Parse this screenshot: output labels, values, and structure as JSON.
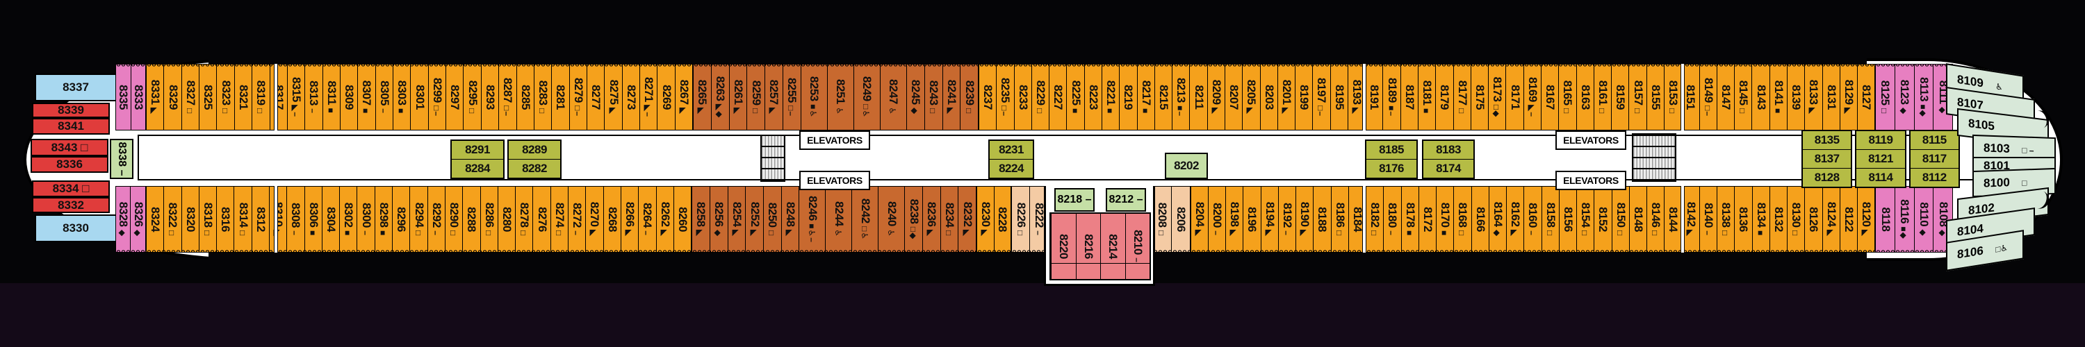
{
  "deck_name": "deck-8-plan",
  "colors": {
    "orange": "#F5A11C",
    "rust": "#C8692F",
    "pink": "#E77FC1",
    "rose": "#EC8086",
    "peach": "#F4CBA4",
    "red": "#E03C3B",
    "blue": "#A8D8F0",
    "olive": "#B5BC45",
    "lightgreen": "#C5DFA6",
    "mint": "#D8E8D9",
    "hull_white": "#FFFFFF",
    "background": "#050507"
  },
  "legend_symbols": {
    "black_square": "■",
    "open_square": "□",
    "triangle": "◣",
    "diamond": "◆",
    "tick": "–",
    "wheelchair_accessible": "♿"
  },
  "bow": {
    "rows": [
      {
        "color": "blue",
        "n": "8337"
      },
      {
        "color": "red",
        "n": "8339"
      },
      {
        "color": "red",
        "n": "8341"
      },
      {
        "color": "red",
        "n": "8343",
        "s": "□"
      },
      {
        "color": "red",
        "n": "8336"
      },
      {
        "color": "red",
        "n": "8334",
        "s": "□"
      },
      {
        "color": "red",
        "n": "8332"
      },
      {
        "color": "blue",
        "n": "8330"
      }
    ],
    "green_cabin": {
      "color": "lightgreen",
      "n": "8338",
      "s": "–"
    }
  },
  "top_row": {
    "sections": [
      {
        "color": "pink",
        "cabins": [
          {
            "n": "8335"
          },
          {
            "n": "8333"
          }
        ]
      },
      {
        "color": "orange",
        "cabins": [
          {
            "n": "8331",
            "s": "◣"
          },
          {
            "n": "8329"
          },
          {
            "n": "8327",
            "s": "□"
          },
          {
            "n": "8325"
          },
          {
            "n": "8323",
            "s": "□"
          },
          {
            "n": "8321"
          },
          {
            "n": "8319",
            "s": "□"
          },
          {
            "n": "8317"
          },
          {
            "n": "8315",
            "s": "◣–"
          },
          {
            "n": "8313",
            "s": "–"
          },
          {
            "n": "8311",
            "s": "■"
          },
          {
            "n": "8309"
          },
          {
            "n": "8307",
            "s": "■"
          },
          {
            "n": "8305",
            "s": "–"
          },
          {
            "n": "8303",
            "s": "■"
          },
          {
            "n": "8301"
          },
          {
            "n": "8299",
            "s": "□–"
          },
          {
            "n": "8297"
          },
          {
            "n": "8295",
            "s": "□"
          },
          {
            "n": "8293"
          },
          {
            "n": "8287",
            "s": "□–"
          },
          {
            "n": "8285"
          },
          {
            "n": "8283",
            "s": "□"
          },
          {
            "n": "8281"
          },
          {
            "n": "8279",
            "s": "□–"
          },
          {
            "n": "8277"
          },
          {
            "n": "8275",
            "s": "◣"
          },
          {
            "n": "8273"
          },
          {
            "n": "8271",
            "s": "◣–"
          },
          {
            "n": "8269"
          },
          {
            "n": "8267",
            "s": "◣"
          }
        ]
      },
      {
        "color": "rust",
        "cabins": [
          {
            "n": "8265",
            "s": "◣"
          },
          {
            "n": "8263",
            "s": "◣◆"
          },
          {
            "n": "8261",
            "s": "◣"
          },
          {
            "n": "8259",
            "s": "□"
          },
          {
            "n": "8257",
            "s": "◣"
          },
          {
            "n": "8255",
            "s": "□–"
          },
          {
            "n": "8253",
            "s": "■♿",
            "w": 1
          },
          {
            "n": "8251",
            "s": "♿",
            "w": 1
          },
          {
            "n": "8249",
            "s": "□♿",
            "w": 1
          },
          {
            "n": "8247",
            "s": "♿",
            "w": 1
          },
          {
            "n": "8245",
            "s": "◆"
          },
          {
            "n": "8243",
            "s": "□"
          },
          {
            "n": "8241",
            "s": "◣"
          },
          {
            "n": "8239",
            "s": "□"
          }
        ]
      },
      {
        "color": "orange",
        "cabins": [
          {
            "n": "8237"
          },
          {
            "n": "8235",
            "s": "□–"
          },
          {
            "n": "8233"
          },
          {
            "n": "8229",
            "s": "□"
          },
          {
            "n": "8227"
          },
          {
            "n": "8225",
            "s": "■"
          },
          {
            "n": "8223"
          },
          {
            "n": "8221",
            "s": "■"
          },
          {
            "n": "8219"
          },
          {
            "n": "8217",
            "s": "■"
          },
          {
            "n": "8215"
          },
          {
            "n": "8213",
            "s": "■–"
          },
          {
            "n": "8211"
          },
          {
            "n": "8209",
            "s": "◣"
          },
          {
            "n": "8207"
          },
          {
            "n": "8205",
            "s": "◣"
          },
          {
            "n": "8203"
          },
          {
            "n": "8201",
            "s": "◣"
          },
          {
            "n": "8199"
          },
          {
            "n": "8197",
            "s": "□–"
          },
          {
            "n": "8195"
          },
          {
            "n": "8193",
            "s": "◣"
          },
          {
            "n": "8191"
          },
          {
            "n": "8189",
            "s": "■–"
          },
          {
            "n": "8187"
          },
          {
            "n": "8181",
            "s": "■"
          },
          {
            "n": "8179"
          },
          {
            "n": "8177",
            "s": "□"
          },
          {
            "n": "8175"
          },
          {
            "n": "8173",
            "s": "□◆"
          },
          {
            "n": "8171"
          },
          {
            "n": "8169",
            "s": "◣–"
          },
          {
            "n": "8167"
          },
          {
            "n": "8165",
            "s": "□"
          },
          {
            "n": "8163"
          },
          {
            "n": "8161",
            "s": "□"
          },
          {
            "n": "8159"
          },
          {
            "n": "8157",
            "s": "□"
          },
          {
            "n": "8155"
          },
          {
            "n": "8153",
            "s": "□"
          },
          {
            "n": "8151"
          },
          {
            "n": "8149",
            "s": "□–"
          },
          {
            "n": "8147"
          },
          {
            "n": "8145",
            "s": "□"
          },
          {
            "n": "8143"
          },
          {
            "n": "8141",
            "s": "■"
          },
          {
            "n": "8139"
          },
          {
            "n": "8133",
            "s": "◣"
          },
          {
            "n": "8131"
          },
          {
            "n": "8129",
            "s": "◣"
          },
          {
            "n": "8127"
          }
        ]
      },
      {
        "color": "pink",
        "cabins": [
          {
            "n": "8125",
            "s": "□"
          },
          {
            "n": "8123",
            "s": "◆"
          },
          {
            "n": "8113",
            "s": "■◆"
          },
          {
            "n": "8111",
            "s": "◆"
          }
        ]
      }
    ]
  },
  "bottom_row": {
    "sections": [
      {
        "color": "pink",
        "cabins": [
          {
            "n": "8328",
            "s": "◆"
          },
          {
            "n": "8326",
            "s": "◆"
          }
        ]
      },
      {
        "color": "orange",
        "cabins": [
          {
            "n": "8324"
          },
          {
            "n": "8322",
            "s": "□"
          },
          {
            "n": "8320"
          },
          {
            "n": "8318",
            "s": "□"
          },
          {
            "n": "8316"
          },
          {
            "n": "8314",
            "s": "□"
          },
          {
            "n": "8312"
          },
          {
            "n": "8310",
            "s": "◣"
          },
          {
            "n": "8308",
            "s": "–"
          },
          {
            "n": "8306",
            "s": "■"
          },
          {
            "n": "8304"
          },
          {
            "n": "8302",
            "s": "■"
          },
          {
            "n": "8300",
            "s": "–"
          },
          {
            "n": "8298",
            "s": "■"
          },
          {
            "n": "8296"
          },
          {
            "n": "8294",
            "s": "□"
          },
          {
            "n": "8292",
            "s": "–"
          },
          {
            "n": "8290",
            "s": "□"
          },
          {
            "n": "8288"
          },
          {
            "n": "8286",
            "s": "□"
          },
          {
            "n": "8280"
          },
          {
            "n": "8278",
            "s": "□"
          },
          {
            "n": "8276"
          },
          {
            "n": "8274",
            "s": "□"
          },
          {
            "n": "8272",
            "s": "–"
          },
          {
            "n": "8270",
            "s": "◣"
          },
          {
            "n": "8268"
          },
          {
            "n": "8266",
            "s": "◣"
          },
          {
            "n": "8264",
            "s": "–"
          },
          {
            "n": "8262",
            "s": "◣"
          },
          {
            "n": "8260"
          }
        ]
      },
      {
        "color": "rust",
        "cabins": [
          {
            "n": "8258",
            "s": "◣"
          },
          {
            "n": "8256",
            "s": "◆"
          },
          {
            "n": "8254",
            "s": "◣"
          },
          {
            "n": "8252",
            "s": "◣"
          },
          {
            "n": "8250",
            "s": "□"
          },
          {
            "n": "8248",
            "s": "◣"
          },
          {
            "n": "8246",
            "s": "■♿–",
            "w": 1
          },
          {
            "n": "8244",
            "s": "♿",
            "w": 1
          },
          {
            "n": "8242",
            "s": "□♿",
            "w": 1
          },
          {
            "n": "8240",
            "s": "♿",
            "w": 1
          },
          {
            "n": "8238",
            "s": "□◆"
          },
          {
            "n": "8236",
            "s": "◣"
          },
          {
            "n": "8234",
            "s": "□"
          },
          {
            "n": "8232",
            "s": "◣"
          }
        ]
      },
      {
        "color": "orange",
        "cabins": [
          {
            "n": "8230",
            "s": "◣"
          },
          {
            "n": "8228"
          }
        ]
      },
      {
        "color": "peach",
        "cabins": [
          {
            "n": "8226",
            "s": "□"
          },
          {
            "n": "8222",
            "s": "–"
          }
        ]
      },
      {
        "color": "slot",
        "cabins": []
      },
      {
        "color": "peach",
        "cabins": [
          {
            "n": "8208",
            "s": "□"
          },
          {
            "n": "8206"
          }
        ]
      },
      {
        "color": "orange",
        "cabins": [
          {
            "n": "8204",
            "s": "◣"
          },
          {
            "n": "8200",
            "s": "–"
          },
          {
            "n": "8198",
            "s": "◣"
          },
          {
            "n": "8196"
          },
          {
            "n": "8194",
            "s": "◣"
          },
          {
            "n": "8192",
            "s": "–"
          },
          {
            "n": "8190",
            "s": "◣"
          },
          {
            "n": "8188"
          },
          {
            "n": "8186",
            "s": "□"
          },
          {
            "n": "8184"
          },
          {
            "n": "8182",
            "s": "□"
          },
          {
            "n": "8180",
            "s": "–"
          },
          {
            "n": "8178",
            "s": "■"
          },
          {
            "n": "8172"
          },
          {
            "n": "8170",
            "s": "■"
          },
          {
            "n": "8168",
            "s": "□"
          },
          {
            "n": "8166"
          },
          {
            "n": "8164",
            "s": "◆"
          },
          {
            "n": "8162",
            "s": "◣"
          },
          {
            "n": "8160",
            "s": "–"
          },
          {
            "n": "8158",
            "s": "□"
          },
          {
            "n": "8156"
          },
          {
            "n": "8154",
            "s": "□"
          },
          {
            "n": "8152"
          },
          {
            "n": "8150",
            "s": "□"
          },
          {
            "n": "8148"
          },
          {
            "n": "8146",
            "s": "□"
          },
          {
            "n": "8144"
          },
          {
            "n": "8142",
            "s": "◣"
          },
          {
            "n": "8140",
            "s": "–"
          },
          {
            "n": "8138",
            "s": "□"
          },
          {
            "n": "8136"
          },
          {
            "n": "8134",
            "s": "■"
          },
          {
            "n": "8132"
          },
          {
            "n": "8130",
            "s": "□"
          },
          {
            "n": "8126"
          },
          {
            "n": "8124",
            "s": "◣"
          },
          {
            "n": "8122"
          },
          {
            "n": "8120",
            "s": "◣"
          }
        ]
      },
      {
        "color": "pink",
        "cabins": [
          {
            "n": "8118"
          },
          {
            "n": "8116",
            "s": "■◆"
          },
          {
            "n": "8110",
            "s": "◆"
          },
          {
            "n": "8108",
            "s": "◆"
          }
        ]
      }
    ]
  },
  "corridor_blocks": [
    {
      "color": "olive",
      "cols": [
        [
          "8291",
          "8284"
        ],
        [
          "8289",
          "8282"
        ]
      ]
    },
    {
      "color": "olive",
      "cols": [
        [
          "8231",
          "8224"
        ]
      ]
    },
    {
      "color": "lightgreen",
      "cols": [
        [
          "8202"
        ]
      ]
    },
    {
      "color": "olive",
      "cols": [
        [
          "8185",
          "8176"
        ]
      ]
    },
    {
      "color": "olive",
      "cols": [
        [
          "8183",
          "8174"
        ]
      ]
    },
    {
      "color": "olive",
      "cols": [
        [
          "8135",
          "8137",
          "8128"
        ],
        [
          "8119",
          "8121",
          "8114"
        ],
        [
          "8115",
          "8117",
          "8112"
        ]
      ]
    }
  ],
  "elevators": {
    "label": "ELEVATORS",
    "count": 4
  },
  "family_area": {
    "green_cabins": [
      {
        "n": "8218",
        "s": "–"
      },
      {
        "n": "8212",
        "s": "–"
      }
    ],
    "pink_cabins": [
      {
        "n": "8220"
      },
      {
        "n": "8216"
      },
      {
        "n": "8214"
      },
      {
        "n": "8210",
        "s": "–"
      }
    ]
  },
  "stern_cabins": [
    {
      "n": "8109",
      "s": "♿"
    },
    {
      "n": "8107"
    },
    {
      "n": "8105"
    },
    {
      "n": "8103",
      "s": "□ –"
    },
    {
      "n": "8101"
    },
    {
      "n": "8100",
      "s": "□"
    },
    {
      "n": "8102"
    },
    {
      "n": "8104"
    },
    {
      "n": "8106",
      "s": "□♿"
    }
  ]
}
